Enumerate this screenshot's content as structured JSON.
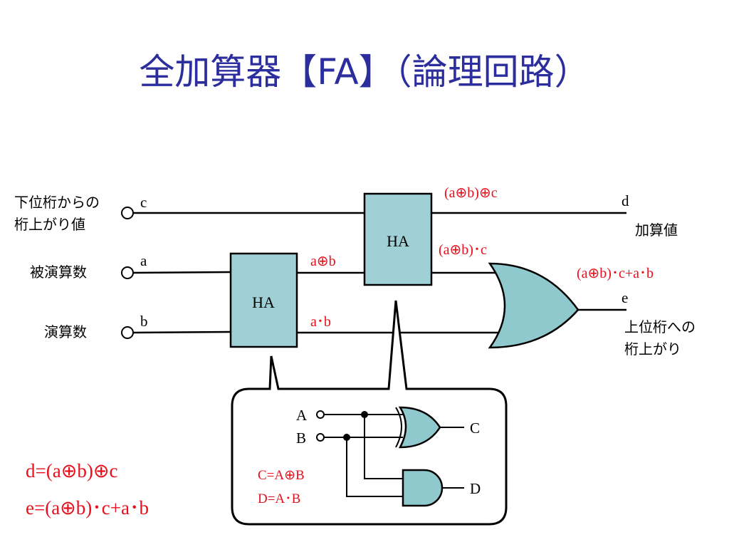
{
  "title": "全加算器【FA】（論理回路）",
  "inputs": {
    "carry_in_line1": "下位桁からの",
    "carry_in_line2": "桁上がり値",
    "augend": "被演算数",
    "addend": "演算数",
    "c": "c",
    "a": "a",
    "b": "b"
  },
  "outputs": {
    "d": "d",
    "sum": "加算値",
    "e": "e",
    "carry_out_line1": "上位桁への",
    "carry_out_line2": "桁上がり"
  },
  "blocks": {
    "ha1": "HA",
    "ha2": "HA"
  },
  "signals": {
    "a_xor_b": "a⊕b",
    "a_and_b": "a･b",
    "sum_expr": "(a⊕b)⊕c",
    "ha2_carry": "(a⊕b)･c",
    "carry_expr": "(a⊕b)･c+a･b"
  },
  "half_adder_detail": {
    "in_a": "A",
    "in_b": "B",
    "out_c": "C",
    "out_d": "D",
    "eq_c": "C=A⊕B",
    "eq_d": "D=A･B"
  },
  "equations": {
    "d": "d=(a⊕b)⊕c",
    "e": "e=(a⊕b)･c+a･b"
  },
  "colors": {
    "title": "#2b2e9c",
    "expression": "#e8101c",
    "block_fill": "#9fd0d6"
  }
}
